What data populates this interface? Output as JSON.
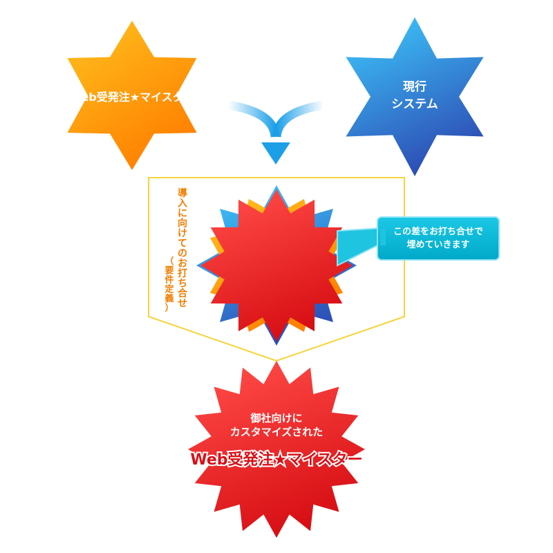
{
  "product_star": {
    "label": "Web受発注★マイスター"
  },
  "current_system_star": {
    "line1": "現行",
    "line2": "システム"
  },
  "process_label": {
    "main": [
      "導",
      "入",
      "に",
      "向",
      "け",
      "て",
      "の",
      "お",
      "打",
      "ち",
      "合",
      "せ"
    ],
    "sub": [
      "（",
      "要",
      "件",
      "定",
      "義",
      "）"
    ]
  },
  "callout": {
    "line1": "この差をお打ち合せで",
    "line2": "埋めていきます"
  },
  "result_star": {
    "line1": "御社向けに",
    "line2": "カスタマイズされた",
    "line3": "Web受発注★マイスター"
  },
  "colors": {
    "orange_light": "#ffc21f",
    "orange_dark": "#ff8200",
    "blue_light": "#35b6f4",
    "blue_dark": "#2f4fb8",
    "red_light": "#ff4040",
    "red_dark": "#d80c10",
    "arrow": "#1d9fe8",
    "frame": "#f5d33a",
    "callout_fill": "#00b8d4",
    "callout_border": "#8fe3f5",
    "label_orange": "#f07e00"
  }
}
